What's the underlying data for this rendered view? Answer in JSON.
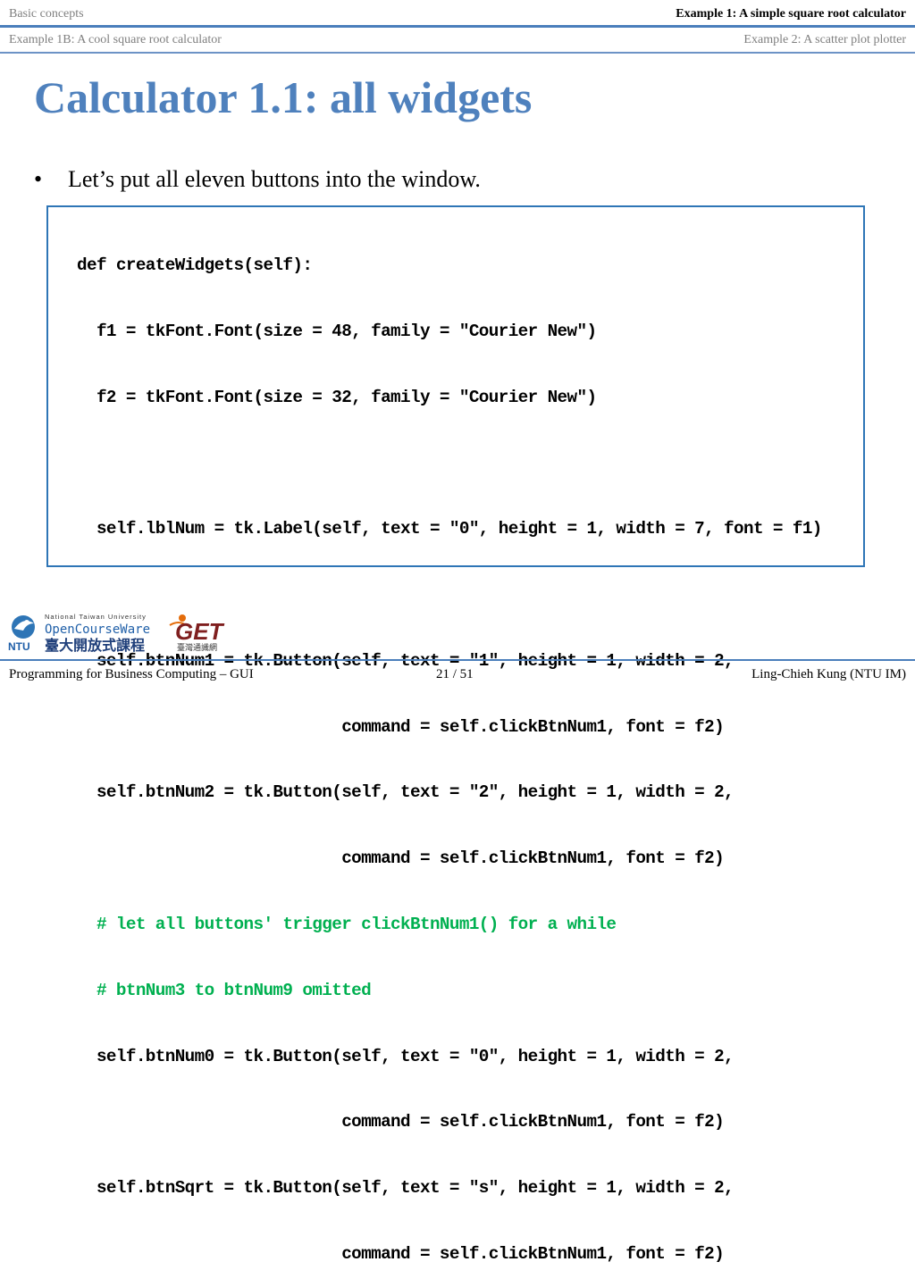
{
  "nav": {
    "row1_left": "Basic concepts",
    "row1_right": "Example 1: A simple square root calculator",
    "row2_left": "Example 1B: A cool square root calculator",
    "row2_right": "Example 2: A scatter plot plotter"
  },
  "slide": {
    "title": "Calculator 1.1: all widgets",
    "bullet_mark": "•",
    "bullet": "Let’s put all eleven buttons into the window."
  },
  "code_lines": [
    "def createWidgets(self):",
    "  f1 = tkFont.Font(size = 48, family = \"Courier New\")",
    "  f2 = tkFont.Font(size = 32, family = \"Courier New\")",
    "",
    "  self.lblNum = tk.Label(self, text = \"0\", height = 1, width = 7, font = f1)",
    "",
    "  self.btnNum1 = tk.Button(self, text = \"1\", height = 1, width = 2,",
    "                           command = self.clickBtnNum1, font = f2)",
    "  self.btnNum2 = tk.Button(self, text = \"2\", height = 1, width = 2,",
    "                           command = self.clickBtnNum1, font = f2)",
    "  # let all buttons' trigger clickBtnNum1() for a while",
    "  # btnNum3 to btnNum9 omitted",
    "  self.btnNum0 = tk.Button(self, text = \"0\", height = 1, width = 2,",
    "                           command = self.clickBtnNum1, font = f2)",
    "  self.btnSqrt = tk.Button(self, text = \"s\", height = 1, width = 2,",
    "                           command = self.clickBtnNum1, font = f2)"
  ],
  "logos": {
    "ntu_top": "National Taiwan University",
    "ntu_main": "OpenCourseWare",
    "ntu_short": "NTU",
    "ntu_chinese": "臺大開放式課程",
    "get_main": "GET",
    "get_chinese": "臺灣通識網"
  },
  "footer": {
    "left": "Programming for Business Computing – GUI",
    "center": "21 / 51",
    "right": "Ling-Chieh Kung (NTU IM)"
  },
  "colors": {
    "accent": "#4f81bd",
    "rule": "#4a7ebb",
    "code_border": "#2e75b6",
    "comment": "#00b050"
  }
}
